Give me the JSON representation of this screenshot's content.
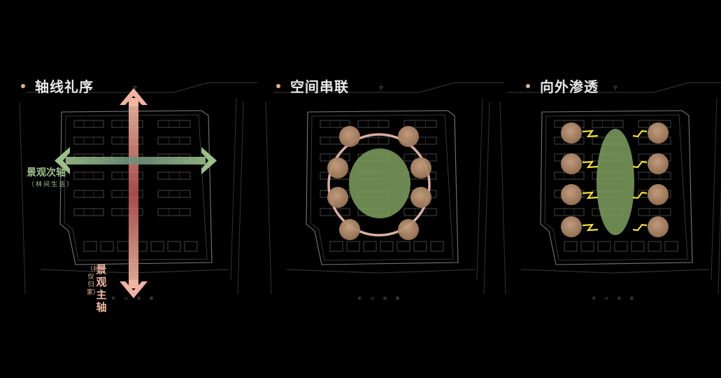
{
  "panels": [
    {
      "title": "轴线礼序"
    },
    {
      "title": "空间串联"
    },
    {
      "title": "向外渗透"
    }
  ],
  "axes": {
    "secondary": {
      "label": "景观次轴",
      "sublabel": "（林间生活）"
    },
    "main": {
      "label": "景观主轴",
      "sublabel": "（礼仪归家）"
    }
  },
  "map_labels": {
    "top_road": "宁",
    "bottom_road": [
      "新",
      "兴",
      "南",
      "路"
    ]
  },
  "colors": {
    "background": "#000000",
    "bullet": "#e0b27c",
    "main_axis": "#f2b4a0",
    "secondary_axis": "#9cc08a",
    "green_core": "#7ea05e",
    "node": "#b08868",
    "lightning": "#f2e234"
  }
}
